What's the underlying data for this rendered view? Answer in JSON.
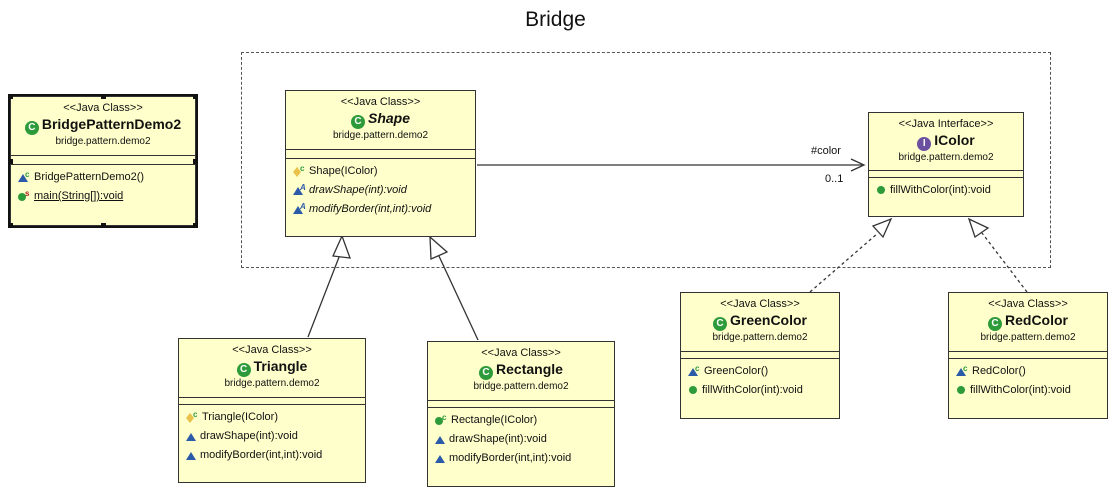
{
  "title": "Bridge",
  "association": {
    "role": "#color",
    "multiplicity": "0..1"
  },
  "classes": {
    "demo": {
      "stereotype": "<<Java Class>>",
      "name": "BridgePatternDemo2",
      "package": "bridge.pattern.demo2",
      "ops": [
        "BridgePatternDemo2()",
        "main(String[]):void"
      ]
    },
    "shape": {
      "stereotype": "<<Java Class>>",
      "name": "Shape",
      "package": "bridge.pattern.demo2",
      "ops": [
        "Shape(IColor)",
        "drawShape(int):void",
        "modifyBorder(int,int):void"
      ]
    },
    "icolor": {
      "stereotype": "<<Java Interface>>",
      "name": "IColor",
      "package": "bridge.pattern.demo2",
      "ops": [
        "fillWithColor(int):void"
      ]
    },
    "triangle": {
      "stereotype": "<<Java Class>>",
      "name": "Triangle",
      "package": "bridge.pattern.demo2",
      "ops": [
        "Triangle(IColor)",
        "drawShape(int):void",
        "modifyBorder(int,int):void"
      ]
    },
    "rectangle": {
      "stereotype": "<<Java Class>>",
      "name": "Rectangle",
      "package": "bridge.pattern.demo2",
      "ops": [
        "Rectangle(IColor)",
        "drawShape(int):void",
        "modifyBorder(int,int):void"
      ]
    },
    "green": {
      "stereotype": "<<Java Class>>",
      "name": "GreenColor",
      "package": "bridge.pattern.demo2",
      "ops": [
        "GreenColor()",
        "fillWithColor(int):void"
      ]
    },
    "red": {
      "stereotype": "<<Java Class>>",
      "name": "RedColor",
      "package": "bridge.pattern.demo2",
      "ops": [
        "RedColor()",
        "fillWithColor(int):void"
      ]
    }
  }
}
